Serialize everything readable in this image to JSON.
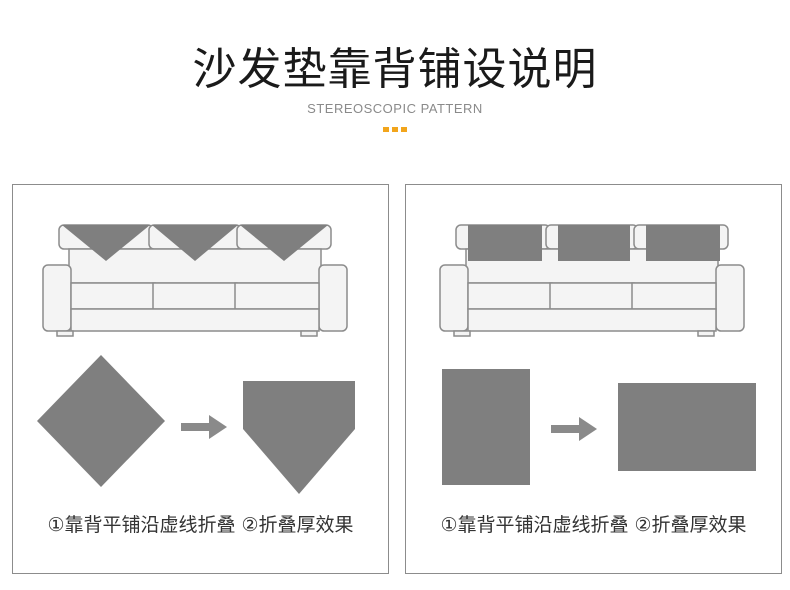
{
  "header": {
    "title": "沙发垫靠背铺设说明",
    "subtitle": "STEREOSCOPIC PATTERN"
  },
  "colors": {
    "accent": "#f2a51c",
    "shape_fill": "#7f7f7f",
    "line": "#8c8c8c",
    "sofa_fill": "#f3f3f3"
  },
  "panels": [
    {
      "id": "triangle-method",
      "caption": "①靠背平铺沿虚线折叠 ②折叠厚效果"
    },
    {
      "id": "rectangle-method",
      "caption": "①靠背平铺沿虚线折叠 ②折叠厚效果"
    }
  ]
}
